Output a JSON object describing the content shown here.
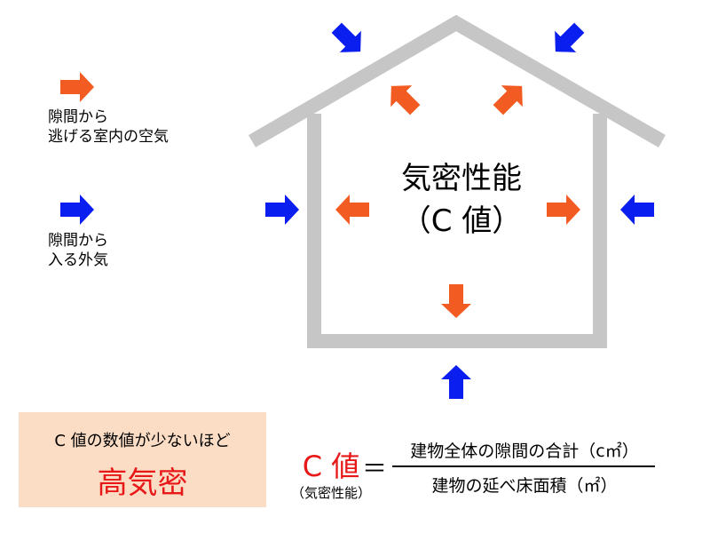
{
  "legend": {
    "escape_label_line1": "隙間から",
    "escape_label_line2": "逃げる室内の空気",
    "enter_label_line1": "隙間から",
    "enter_label_line2": "入る外気"
  },
  "house": {
    "title_line1": "気密性能",
    "title_line2": "（C 値）"
  },
  "note": {
    "line1": "C 値の数値が少ないほど",
    "line2": "高気密"
  },
  "formula": {
    "lhs": "C 値",
    "lhs_sub": "（気密性能）",
    "equals": "＝",
    "numerator": "建物全体の隙間の合計（c㎡）",
    "denominator": "建物の延べ床面積（㎡）"
  },
  "colors": {
    "escape_arrow": "#f25c22",
    "enter_arrow": "#0b1ef0",
    "house_outline": "#c6c6c6",
    "note_background": "#fbdcc4",
    "highlight_text": "#e81818"
  },
  "icons": {
    "escape": "orange-arrow-icon",
    "enter": "blue-arrow-icon"
  }
}
